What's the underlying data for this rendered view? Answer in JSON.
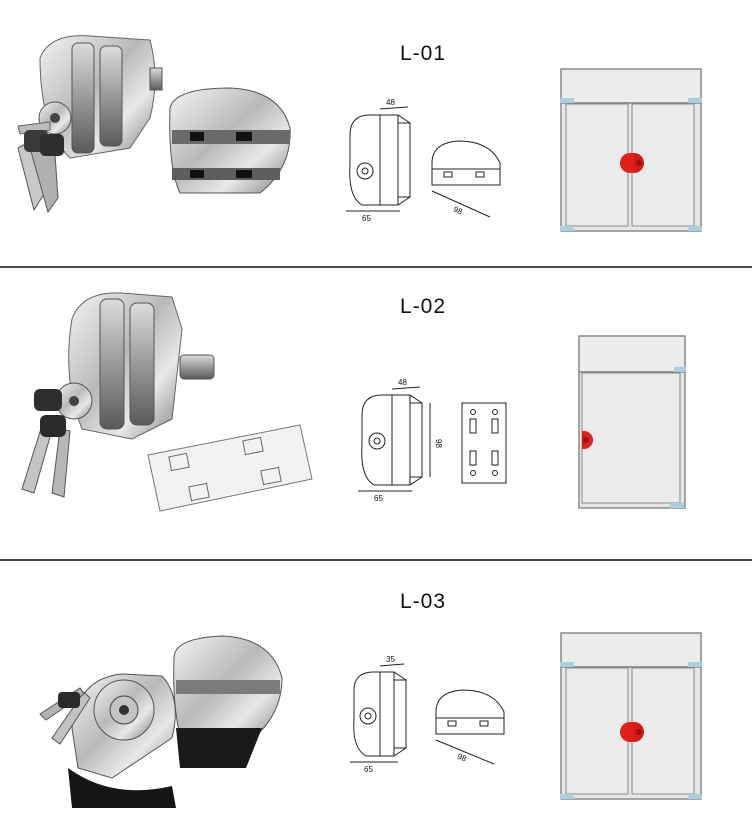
{
  "products": [
    {
      "code": "L-01",
      "dims": {
        "width": "48",
        "depth": "65",
        "patch": "98"
      }
    },
    {
      "code": "L-02",
      "dims": {
        "width": "48",
        "depth": "65",
        "height": "98"
      }
    },
    {
      "code": "L-03",
      "dims": {
        "width": "35",
        "depth": "65",
        "patch": "98"
      }
    }
  ],
  "colors": {
    "lock_red": "#e0201a",
    "frame": "#8a8a8a",
    "glass": "#ececec",
    "hinge": "#a9cfe3"
  }
}
